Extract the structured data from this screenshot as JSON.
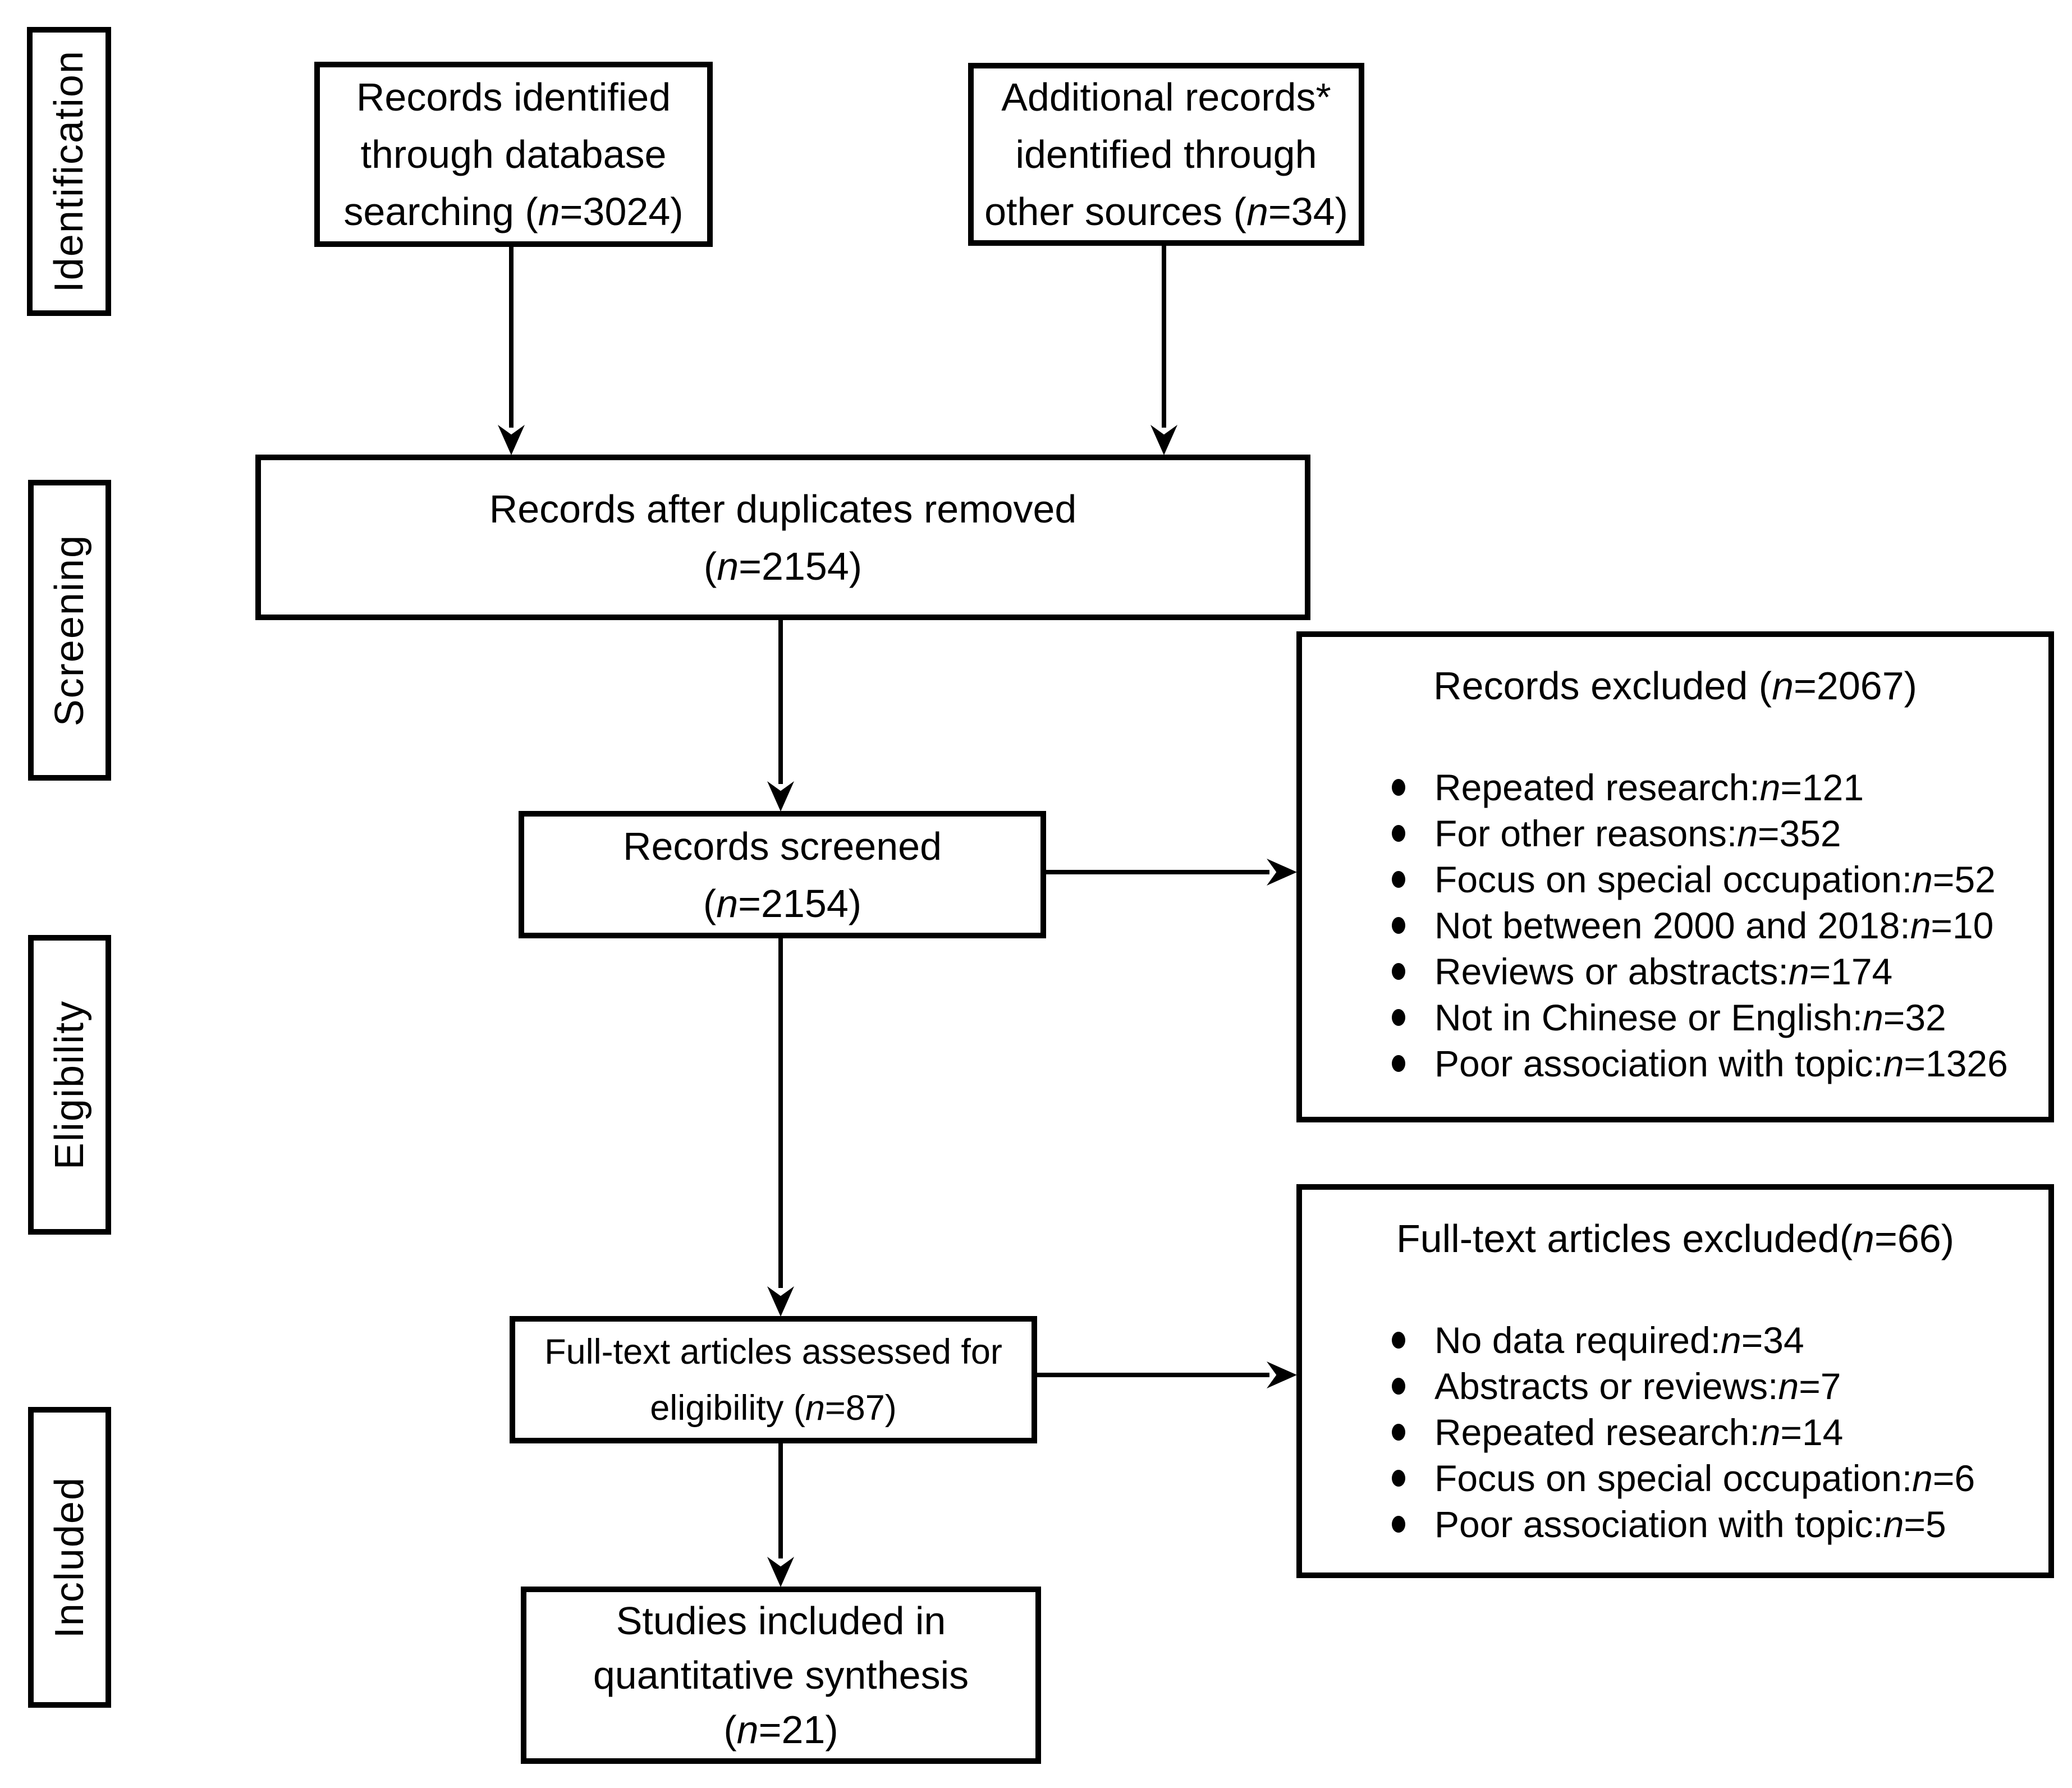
{
  "diagram": {
    "title": "PRISMA study selection flow diagram",
    "colors": {
      "ink": "#000000",
      "background": "#ffffff"
    },
    "stage_labels": [
      {
        "text": "Identification"
      },
      {
        "text": "Screening"
      },
      {
        "text": "Eligibility"
      },
      {
        "text": "Included"
      }
    ],
    "boxes": {
      "records_identified": {
        "lines": [
          "Records identified",
          "through database",
          "searching (n=3024)"
        ]
      },
      "additional_records": {
        "lines": [
          "Additional records*",
          "identified through",
          "other sources (n=34)"
        ]
      },
      "after_duplicates": {
        "lines": [
          "Records after duplicates removed",
          "(n=2154)"
        ]
      },
      "records_screened": {
        "lines": [
          "Records screened",
          "(n=2154)"
        ]
      },
      "records_excluded": {
        "title": "Records excluded (n=2067)",
        "bullets": [
          "Repeated research:n=121",
          "For other reasons:n=352",
          "Focus on special occupation:n=52",
          "Not between 2000 and 2018:n=10",
          "Reviews or abstracts:n=174",
          "Not in Chinese or English:n=32",
          "Poor association with topic:n=1326"
        ]
      },
      "fulltext_assessed": {
        "lines": [
          "Full-text articles assessed for",
          "eligibility (n=87)"
        ]
      },
      "fulltext_excluded": {
        "title": "Full-text articles excluded(n=66)",
        "bullets": [
          "No data required:n=34",
          "Abstracts or reviews:n=7",
          "Repeated research:n=14",
          "Focus on special occupation:n=6",
          "Poor association with topic:n=5"
        ]
      },
      "studies_included": {
        "lines": [
          "Studies included in",
          "quantitative synthesis",
          "(n=21)"
        ]
      }
    }
  }
}
